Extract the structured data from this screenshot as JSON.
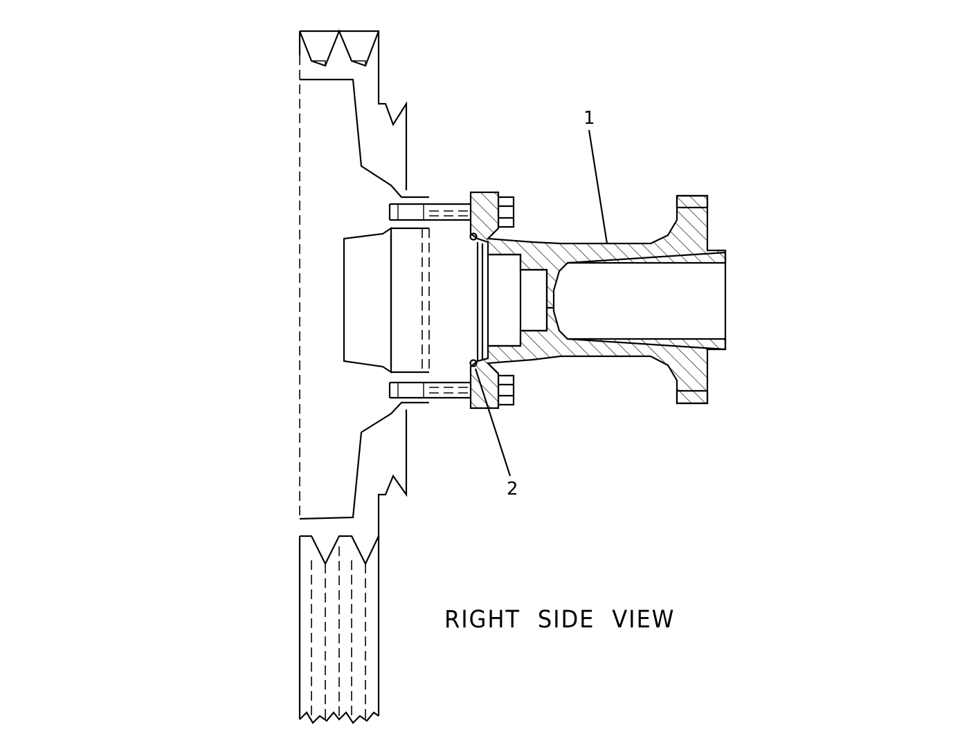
{
  "callouts": [
    {
      "label": "1"
    },
    {
      "label": "2"
    }
  ],
  "view_title": "RIGHT SIDE VIEW",
  "colors": {
    "line": "#000000",
    "background": "#ffffff"
  }
}
